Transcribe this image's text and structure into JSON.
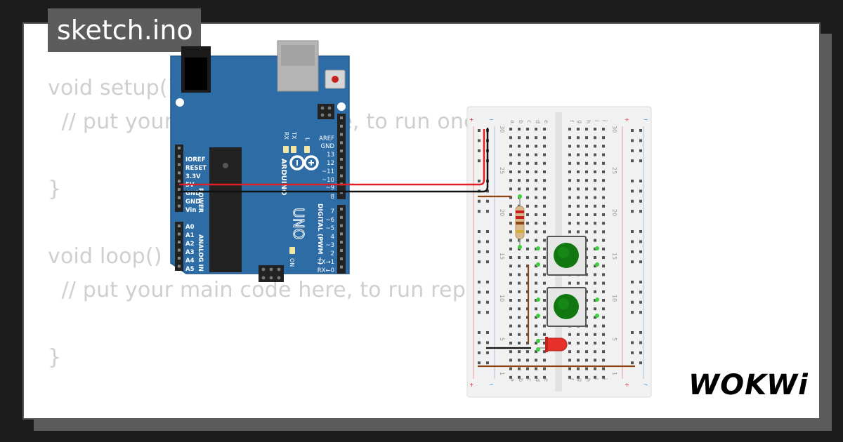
{
  "tab": {
    "title": "sketch.ino"
  },
  "code": {
    "lines": [
      "void setup() {",
      "  // put your setup code here, to run once:",
      "",
      "}",
      "",
      "void loop() {",
      "  // put your main code here, to run repeatedly:",
      "",
      "}"
    ]
  },
  "arduino": {
    "brand": "ARDUINO",
    "model": "UNO",
    "power_pins": [
      "IOREF",
      "RESET",
      "3.3V",
      "5V",
      "GND",
      "GND",
      "Vin"
    ],
    "power_title": "POWER",
    "analog_pins": [
      "A0",
      "A1",
      "A2",
      "A3",
      "A4",
      "A5"
    ],
    "analog_title": "ANALOG IN",
    "digital_pins": [
      "AREF",
      "GND",
      "13",
      "12",
      "~11",
      "~10",
      "~9",
      "8",
      "7",
      "~6",
      "~5",
      "4",
      "~3",
      "2",
      "TX→1",
      "RX←0"
    ],
    "digital_title": "DIGITAL (PWM ~)",
    "leds": [
      "L",
      "TX",
      "RX"
    ],
    "on_label": "ON",
    "colors": {
      "board": "#2d6ca5",
      "silk": "#ffffff"
    }
  },
  "breadboard": {
    "row_numbers": [
      "30",
      "25",
      "20",
      "15",
      "10",
      "5",
      "1"
    ],
    "columns_left": [
      "a",
      "b",
      "c",
      "d",
      "e"
    ],
    "columns_right": [
      "f",
      "g",
      "h",
      "i",
      "j"
    ],
    "rail_plus": "+",
    "rail_minus": "−"
  },
  "wires": {
    "colors": {
      "power": "#e31e24",
      "ground": "#111111",
      "jumper": "#8b4513"
    }
  },
  "components": {
    "button_color": "#117711",
    "led_color": "#e8302a",
    "resistor_body": "#d9b88a"
  },
  "brand_logo": "WOKWi"
}
